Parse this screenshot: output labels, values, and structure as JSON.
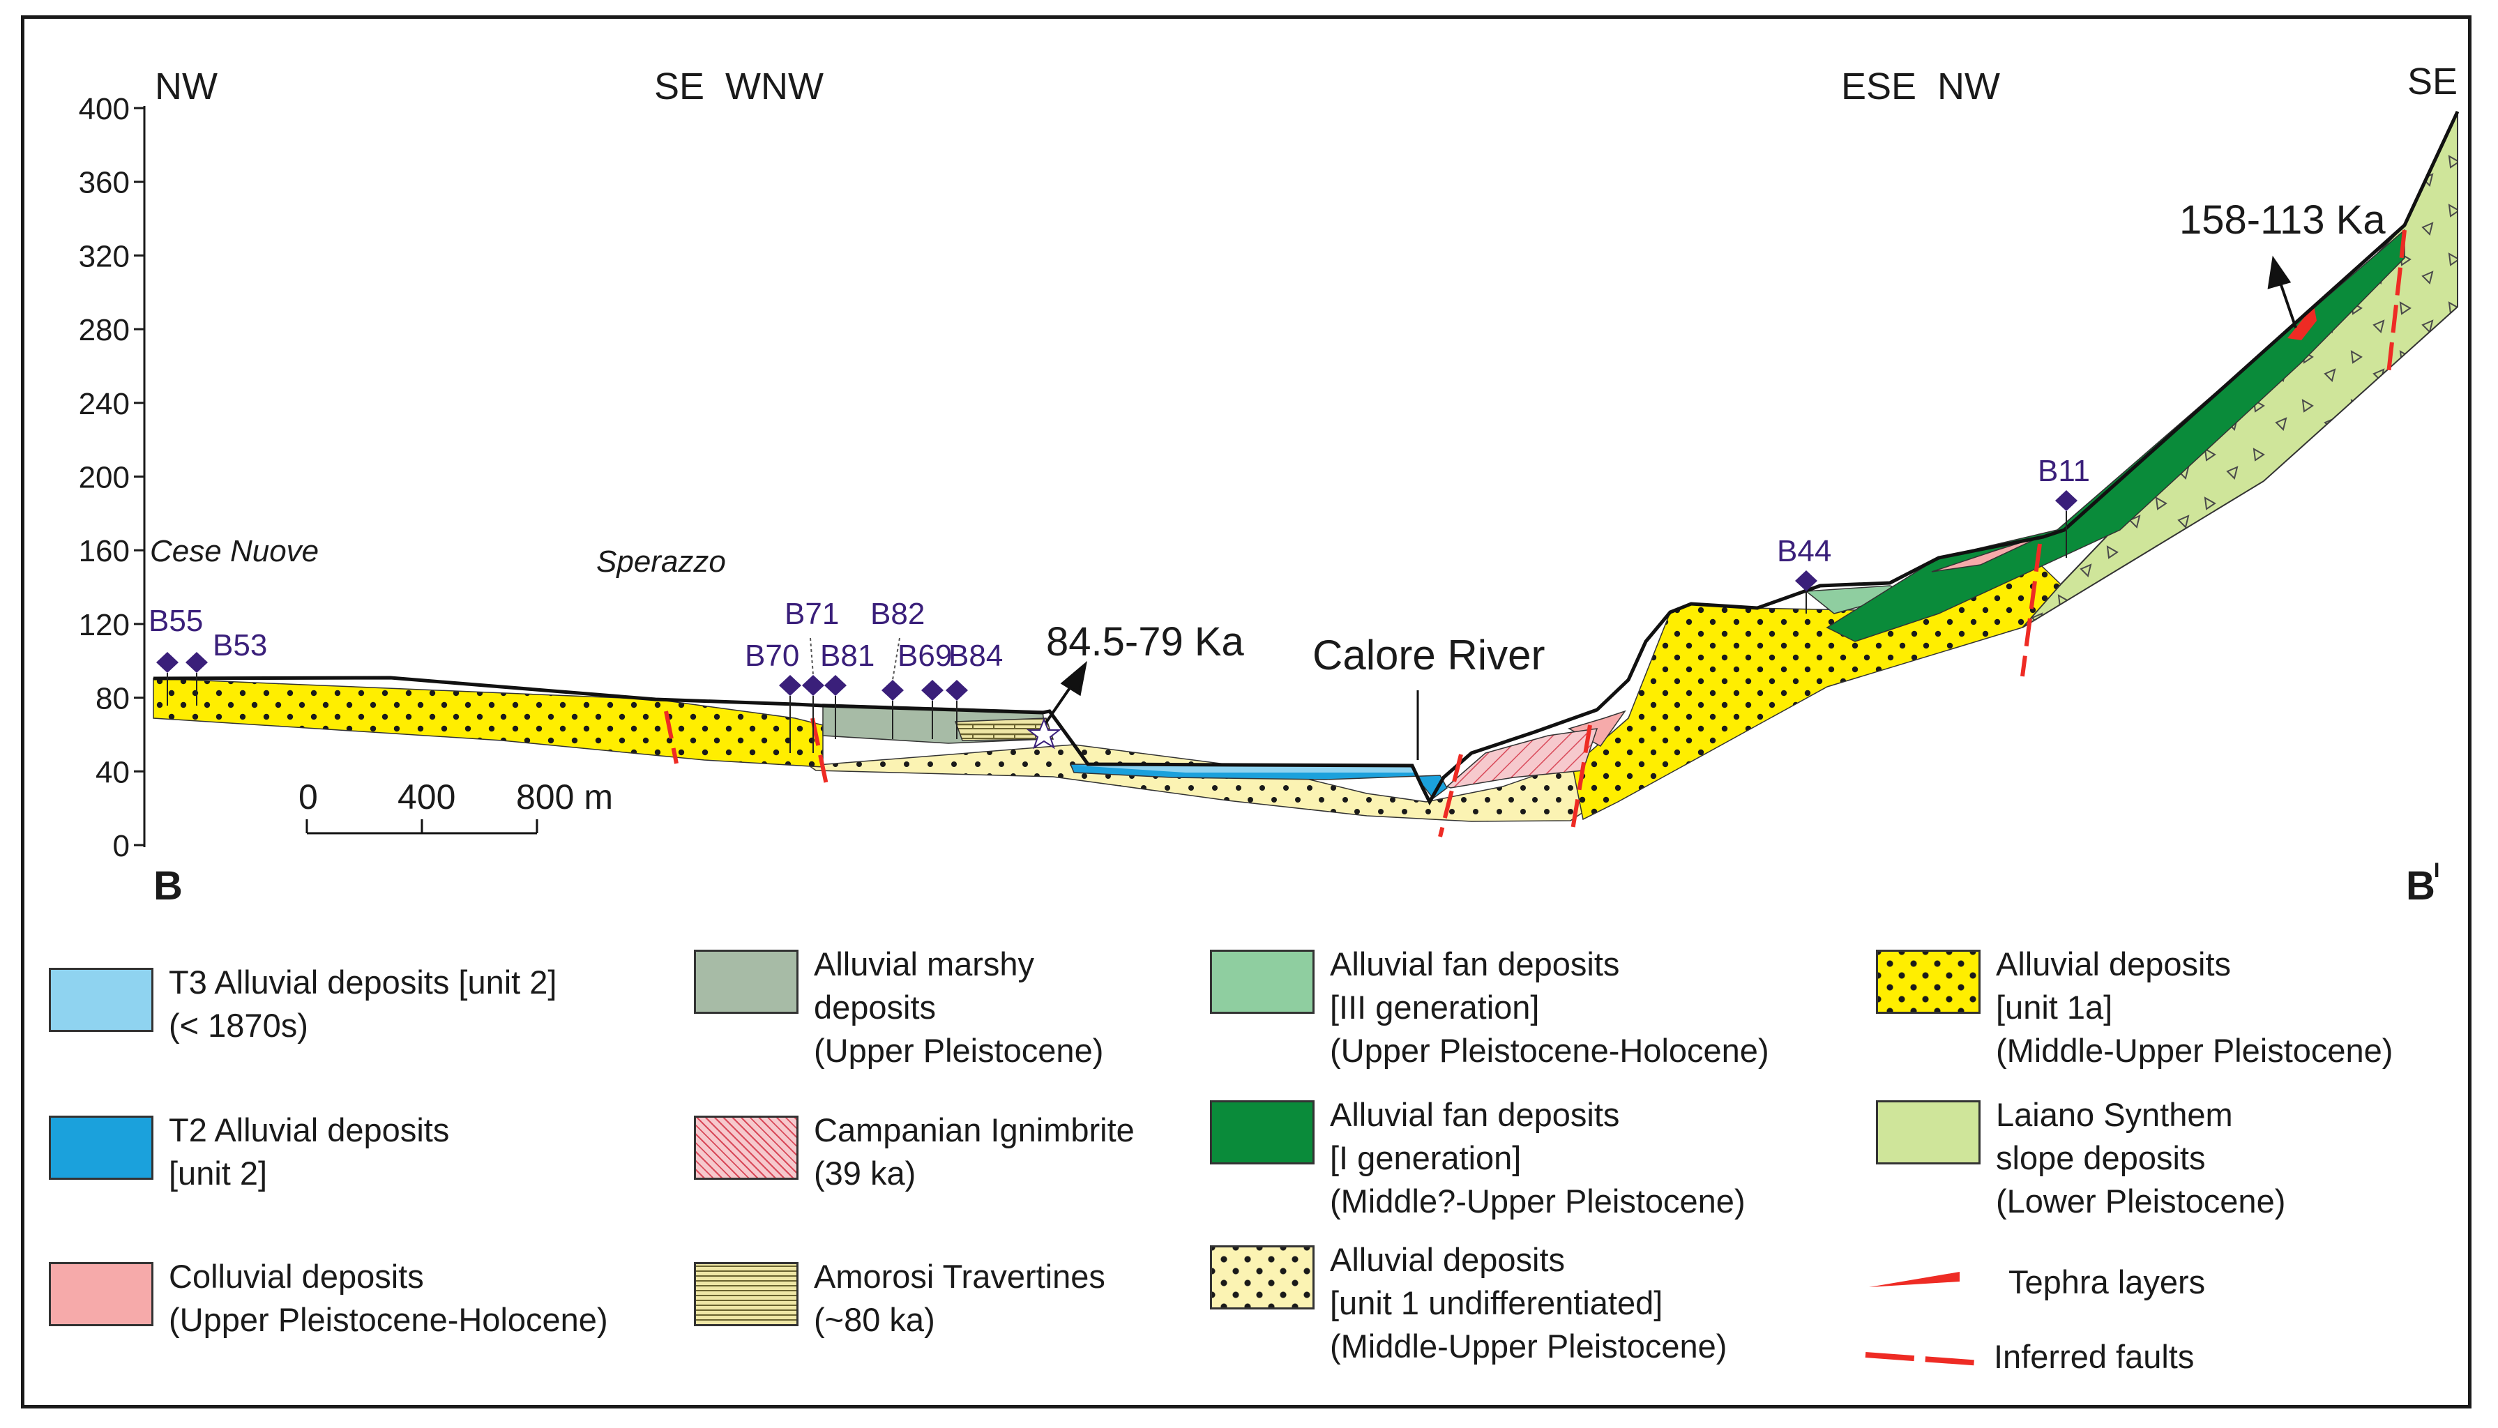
{
  "section": {
    "y_axis_ticks": [
      "400",
      "360",
      "320",
      "280",
      "240",
      "200",
      "160",
      "120",
      "80",
      "40",
      "0"
    ],
    "orientation": {
      "nw_left": "NW",
      "se_wnw": "SE  WNW",
      "ese_nw": "ESE  NW",
      "se_right": "SE"
    },
    "section_start": "B",
    "section_end": "B",
    "section_end_prime": "I",
    "places": {
      "cese_nuove": "Cese Nuove",
      "sperazzo": "Sperazzo",
      "calore_river": "Calore River"
    },
    "boreholes": [
      "B55",
      "B53",
      "B71",
      "B82",
      "B70",
      "B81",
      "B69",
      "B84",
      "B44",
      "B11"
    ],
    "dates": {
      "travertine_age": "84.5-79 Ka",
      "tephra_age": "158-113 Ka"
    },
    "scale_bar": {
      "t0": "0",
      "t1": "400",
      "t2": "800 m"
    }
  },
  "legend": [
    {
      "id": "t3",
      "lines": [
        "T3 Alluvial deposits [unit 2]",
        "(< 1870s)"
      ],
      "color": "#8fd3f0"
    },
    {
      "id": "marsh",
      "lines": [
        "Alluvial marshy",
        "deposits",
        "(Upper Pleistocene)"
      ],
      "color": "#a7bba6"
    },
    {
      "id": "fan3",
      "lines": [
        "Alluvial fan deposits",
        "[III generation]",
        "(Upper Pleistocene-Holocene)"
      ],
      "color": "#8fcea0"
    },
    {
      "id": "u1a",
      "lines": [
        "Alluvial deposits",
        "[unit 1a]",
        "(Middle-Upper Pleistocene)"
      ],
      "color": "#ffee00"
    },
    {
      "id": "t2",
      "lines": [
        "T2 Alluvial deposits",
        "[unit 2]"
      ],
      "color": "#1ba1dc"
    },
    {
      "id": "ci",
      "lines": [
        "Campanian Ignimbrite",
        "(39 ka)"
      ],
      "color": "#f6c9cd"
    },
    {
      "id": "fan1",
      "lines": [
        "Alluvial fan deposits",
        "[I generation]",
        "(Middle?-Upper Pleistocene)"
      ],
      "color": "#0a8b3a"
    },
    {
      "id": "laiano",
      "lines": [
        "Laiano Synthem",
        "slope deposits",
        "(Lower Pleistocene)"
      ],
      "color": "#cfe59a"
    },
    {
      "id": "coll",
      "lines": [
        "Colluvial deposits",
        "(Upper Pleistocene-Holocene)"
      ],
      "color": "#f6aaaa"
    },
    {
      "id": "trav",
      "lines": [
        "Amorosi Travertines",
        "(~80 ka)"
      ],
      "color": "#efe7a6"
    },
    {
      "id": "u1",
      "lines": [
        "Alluvial deposits",
        "[unit 1 undifferentiated]",
        "(Middle-Upper Pleistocene)"
      ],
      "color": "#fbf3b3"
    },
    {
      "id": "tephra",
      "lines": [
        "Tephra layers"
      ],
      "color": "#ee2b24"
    },
    {
      "id": "faults",
      "lines": [
        "Inferred faults"
      ],
      "color": "#ee2b24"
    }
  ]
}
